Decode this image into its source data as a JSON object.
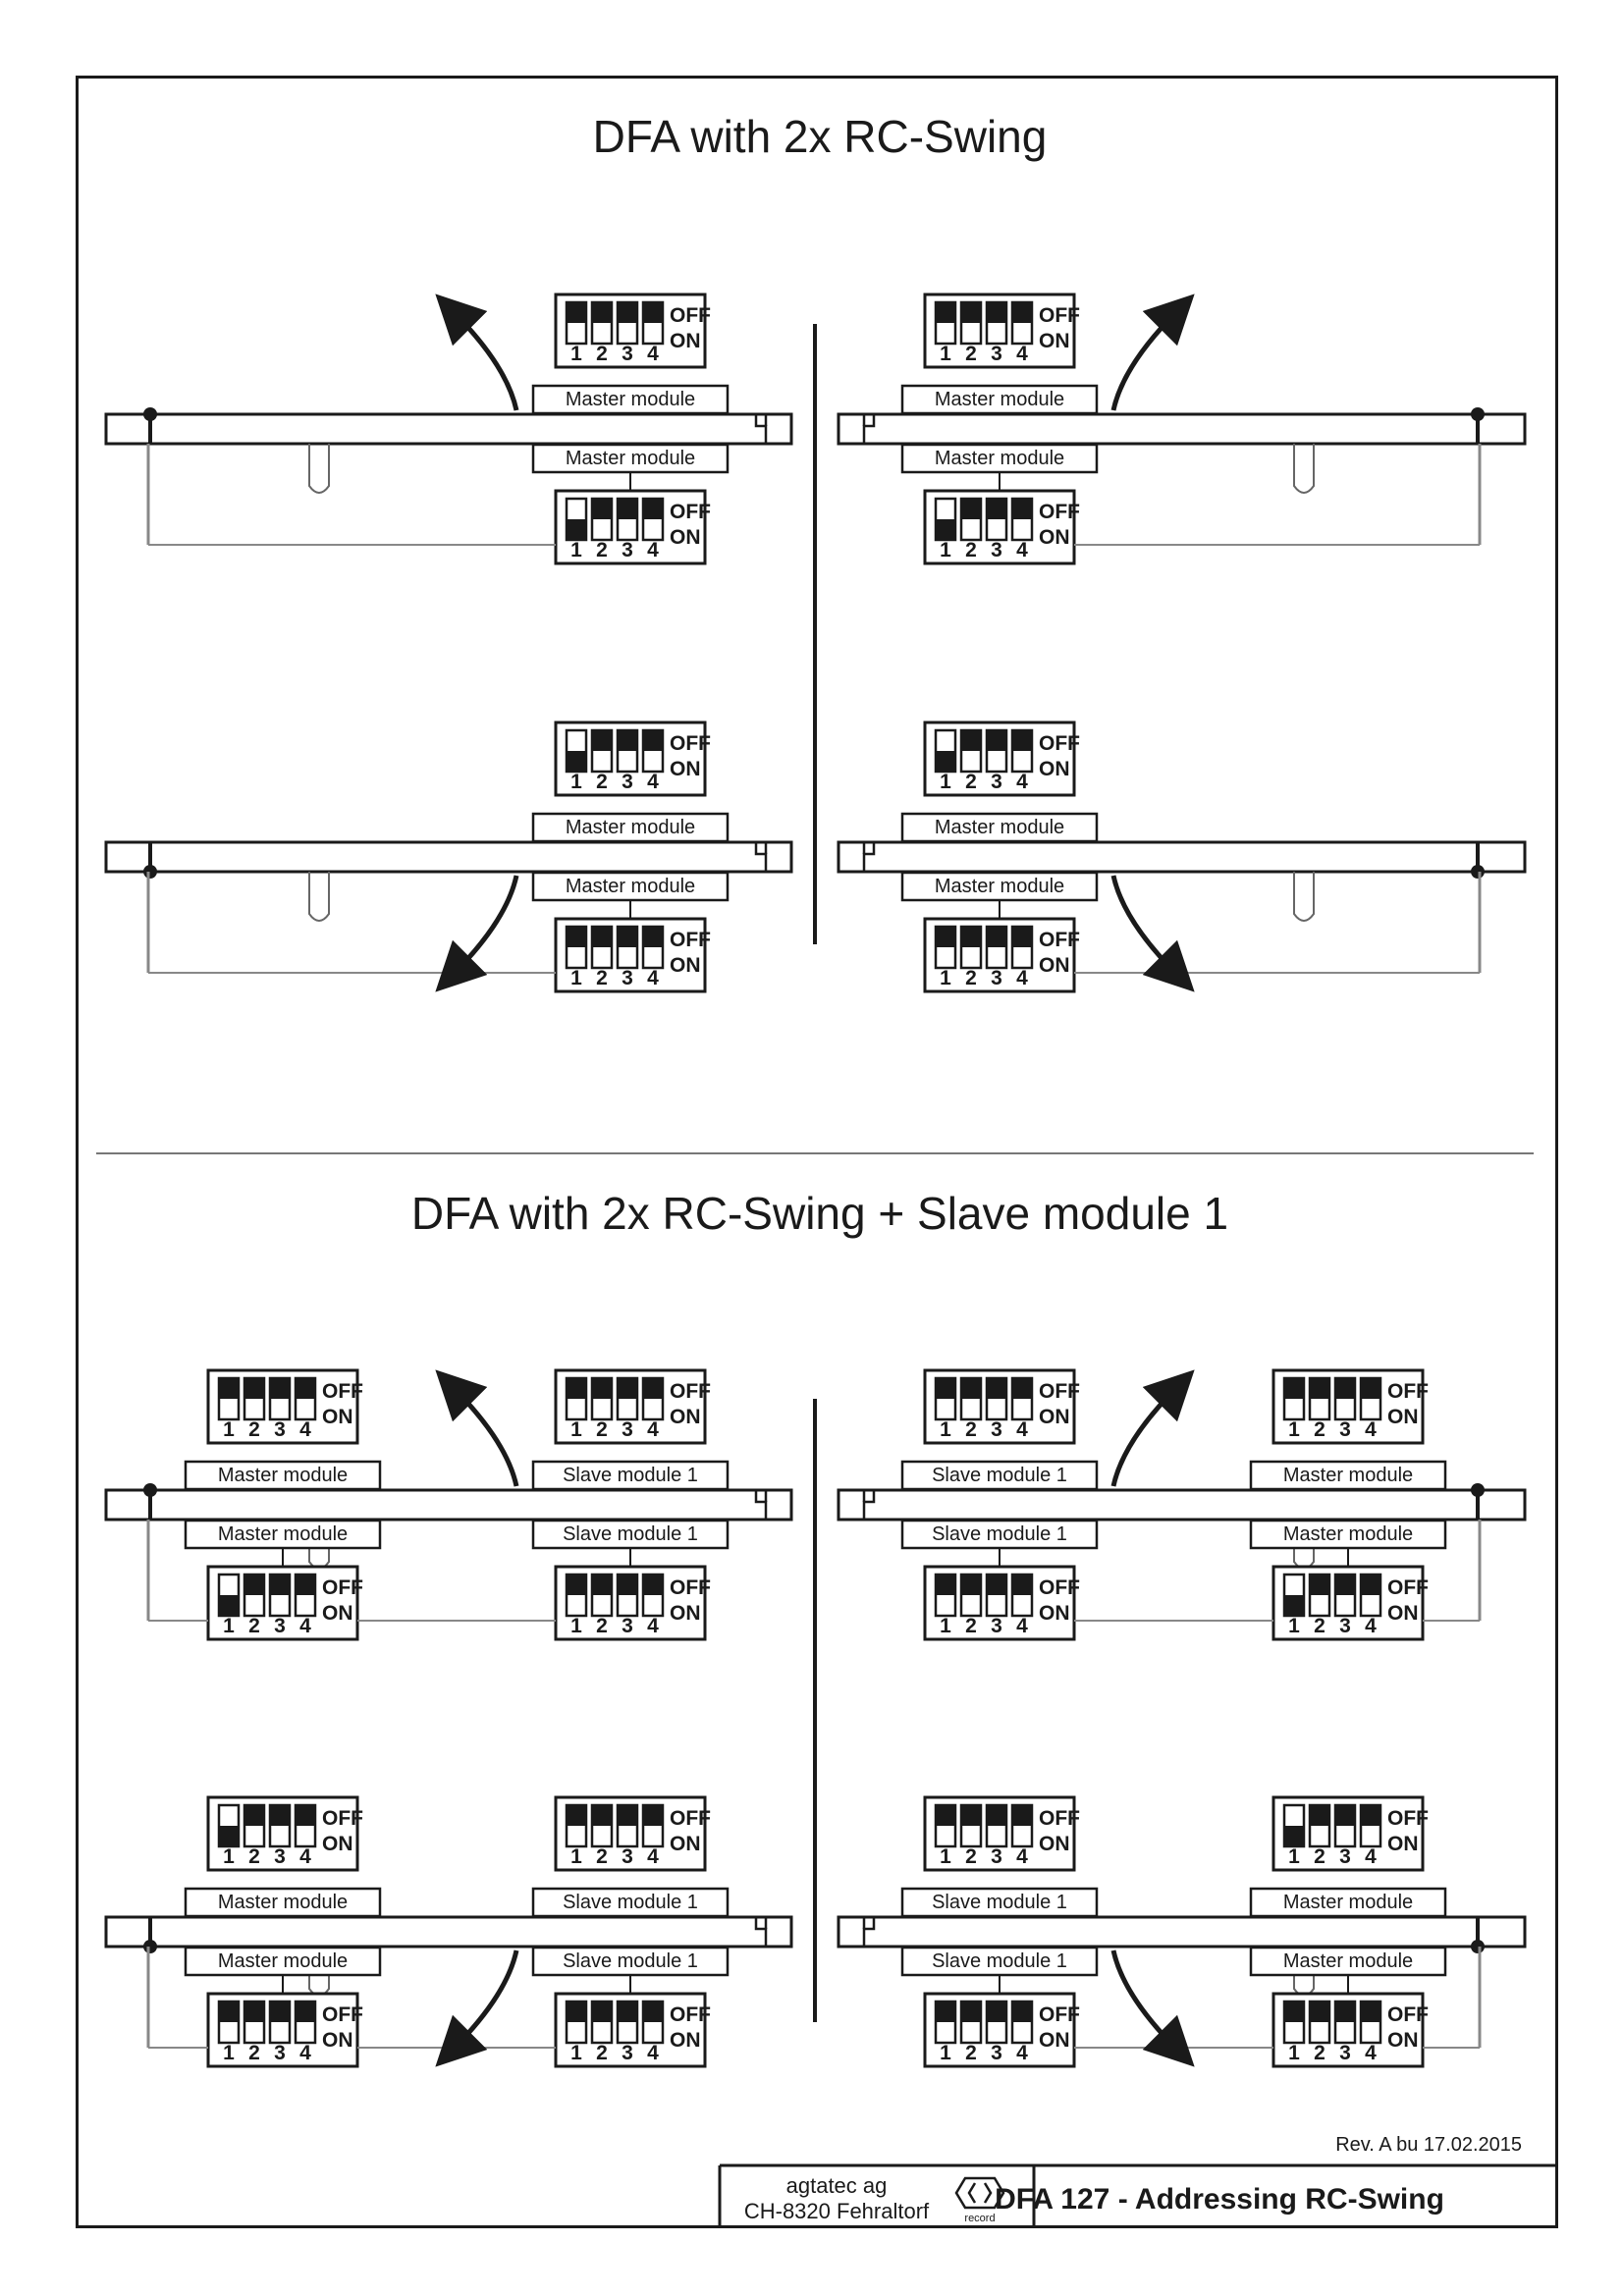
{
  "sections": [
    {
      "title": "DFA with 2x RC-Swing"
    },
    {
      "title": "DFA with 2x RC-Swing + Slave module 1"
    }
  ],
  "labels": {
    "master": "Master module",
    "slave": "Slave module 1"
  },
  "dip": {
    "off": "OFF",
    "on": "ON",
    "numbers": [
      "1",
      "2",
      "3",
      "4"
    ]
  },
  "titleblock": {
    "revision": "Rev. A bu 17.02.2015",
    "company_line1": "agtatec ag",
    "company_line2": "CH-8320 Fehraltorf",
    "logo_text": "record",
    "document": "DFA 127 - Addressing RC-Swing"
  },
  "diagrams": [
    {
      "section": 0,
      "row": 0,
      "side": "left",
      "motion": "open",
      "modules": [
        {
          "col": "inner",
          "label": "master",
          "top_dip": [
            1,
            1,
            1,
            1
          ],
          "bottom_dip": [
            0,
            1,
            1,
            1
          ]
        }
      ]
    },
    {
      "section": 0,
      "row": 0,
      "side": "right",
      "motion": "open",
      "modules": [
        {
          "col": "inner",
          "label": "master",
          "top_dip": [
            1,
            1,
            1,
            1
          ],
          "bottom_dip": [
            0,
            1,
            1,
            1
          ]
        }
      ]
    },
    {
      "section": 0,
      "row": 1,
      "side": "left",
      "motion": "close",
      "modules": [
        {
          "col": "inner",
          "label": "master",
          "top_dip": [
            0,
            1,
            1,
            1
          ],
          "bottom_dip": [
            1,
            1,
            1,
            1
          ]
        }
      ]
    },
    {
      "section": 0,
      "row": 1,
      "side": "right",
      "motion": "close",
      "modules": [
        {
          "col": "inner",
          "label": "master",
          "top_dip": [
            0,
            1,
            1,
            1
          ],
          "bottom_dip": [
            1,
            1,
            1,
            1
          ]
        }
      ]
    },
    {
      "section": 1,
      "row": 0,
      "side": "left",
      "motion": "open",
      "modules": [
        {
          "col": "outer",
          "label": "master",
          "top_dip": [
            1,
            1,
            1,
            1
          ],
          "bottom_dip": [
            0,
            1,
            1,
            1
          ]
        },
        {
          "col": "inner",
          "label": "slave",
          "top_dip": [
            1,
            1,
            1,
            1
          ],
          "bottom_dip": [
            1,
            1,
            1,
            1
          ]
        }
      ]
    },
    {
      "section": 1,
      "row": 0,
      "side": "right",
      "motion": "open",
      "modules": [
        {
          "col": "inner",
          "label": "slave",
          "top_dip": [
            1,
            1,
            1,
            1
          ],
          "bottom_dip": [
            1,
            1,
            1,
            1
          ]
        },
        {
          "col": "outer",
          "label": "master",
          "top_dip": [
            1,
            1,
            1,
            1
          ],
          "bottom_dip": [
            0,
            1,
            1,
            1
          ]
        }
      ]
    },
    {
      "section": 1,
      "row": 1,
      "side": "left",
      "motion": "close",
      "modules": [
        {
          "col": "outer",
          "label": "master",
          "top_dip": [
            0,
            1,
            1,
            1
          ],
          "bottom_dip": [
            1,
            1,
            1,
            1
          ]
        },
        {
          "col": "inner",
          "label": "slave",
          "top_dip": [
            1,
            1,
            1,
            1
          ],
          "bottom_dip": [
            1,
            1,
            1,
            1
          ]
        }
      ]
    },
    {
      "section": 1,
      "row": 1,
      "side": "right",
      "motion": "close",
      "modules": [
        {
          "col": "inner",
          "label": "slave",
          "top_dip": [
            1,
            1,
            1,
            1
          ],
          "bottom_dip": [
            1,
            1,
            1,
            1
          ]
        },
        {
          "col": "outer",
          "label": "master",
          "top_dip": [
            0,
            1,
            1,
            1
          ],
          "bottom_dip": [
            1,
            1,
            1,
            1
          ]
        }
      ]
    }
  ]
}
